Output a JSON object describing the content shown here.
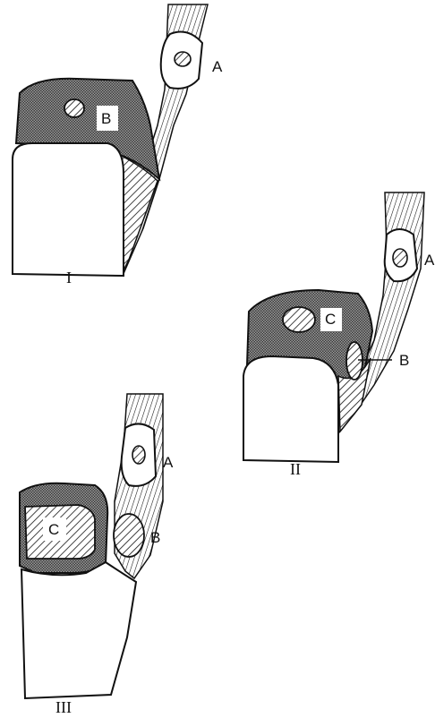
{
  "panels": [
    {
      "numeral": "I",
      "labels": {
        "a": "A",
        "b": "B"
      }
    },
    {
      "numeral": "II",
      "labels": {
        "a": "A",
        "b": "B",
        "c": "C"
      }
    },
    {
      "numeral": "III",
      "labels": {
        "a": "A",
        "b": "B",
        "c": "C"
      }
    }
  ],
  "colors": {
    "ink": "#111111",
    "paper": "#ffffff"
  }
}
